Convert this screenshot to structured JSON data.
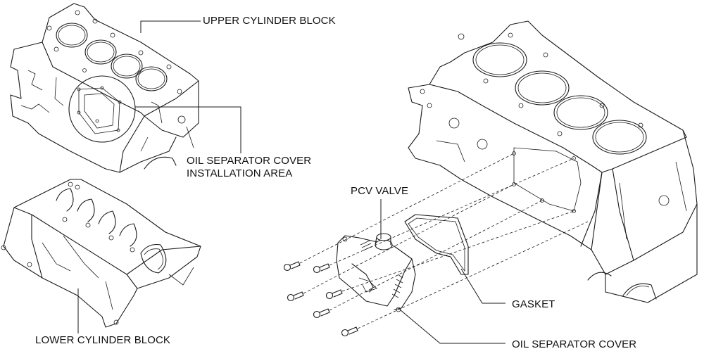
{
  "diagram": {
    "type": "exploded-assembly-illustration",
    "subject": "engine cylinder block with oil separator cover",
    "line_color": "#1a1a1a",
    "background": "#ffffff",
    "labels": {
      "upper_cylinder_block": "UPPER CYLINDER BLOCK",
      "oil_separator_cover_installation_area_line1": "OIL SEPARATOR COVER",
      "oil_separator_cover_installation_area_line2": "INSTALLATION AREA",
      "lower_cylinder_block": "LOWER CYLINDER BLOCK",
      "pcv_valve": "PCV VALVE",
      "gasket": "GASKET",
      "oil_separator_cover": "OIL SEPARATOR COVER"
    },
    "parts": [
      {
        "id": "upper-cylinder-block",
        "cylinders": 4
      },
      {
        "id": "lower-cylinder-block",
        "main_bearing_journals": 5
      },
      {
        "id": "main-cylinder-block-exploded",
        "cylinders": 4
      },
      {
        "id": "oil-separator-cover"
      },
      {
        "id": "pcv-valve"
      },
      {
        "id": "gasket"
      },
      {
        "id": "bolts",
        "count": 6
      }
    ]
  }
}
